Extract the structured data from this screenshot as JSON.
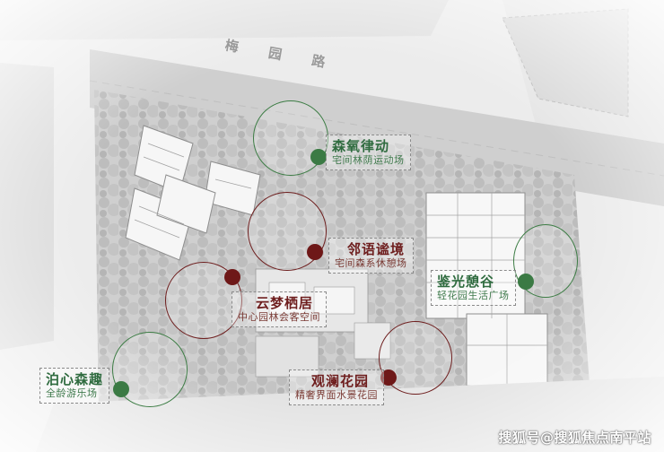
{
  "road_label": "梅园路",
  "watermark": "搜狐号@搜狐焦点南平站",
  "spots": [
    {
      "id": "senyang",
      "title": "森氧律动",
      "subtitle": "宅间林荫运动场",
      "color": "green"
    },
    {
      "id": "linyu",
      "title": "邻语谧境",
      "subtitle": "宅间森系休憩场",
      "color": "red"
    },
    {
      "id": "jianguang",
      "title": "鉴光憩谷",
      "subtitle": "轻花园生活广场",
      "color": "green"
    },
    {
      "id": "yunmeng",
      "title": "云梦栖居",
      "subtitle": "中心园林会客空间",
      "color": "red"
    },
    {
      "id": "boxin",
      "title": "泊心森趣",
      "subtitle": "全龄游乐场",
      "color": "green"
    },
    {
      "id": "guanlan",
      "title": "观澜花园",
      "subtitle": "精奢界面水景花园",
      "color": "red"
    }
  ],
  "colors": {
    "green": "#3b7a44",
    "red": "#6e1818"
  }
}
